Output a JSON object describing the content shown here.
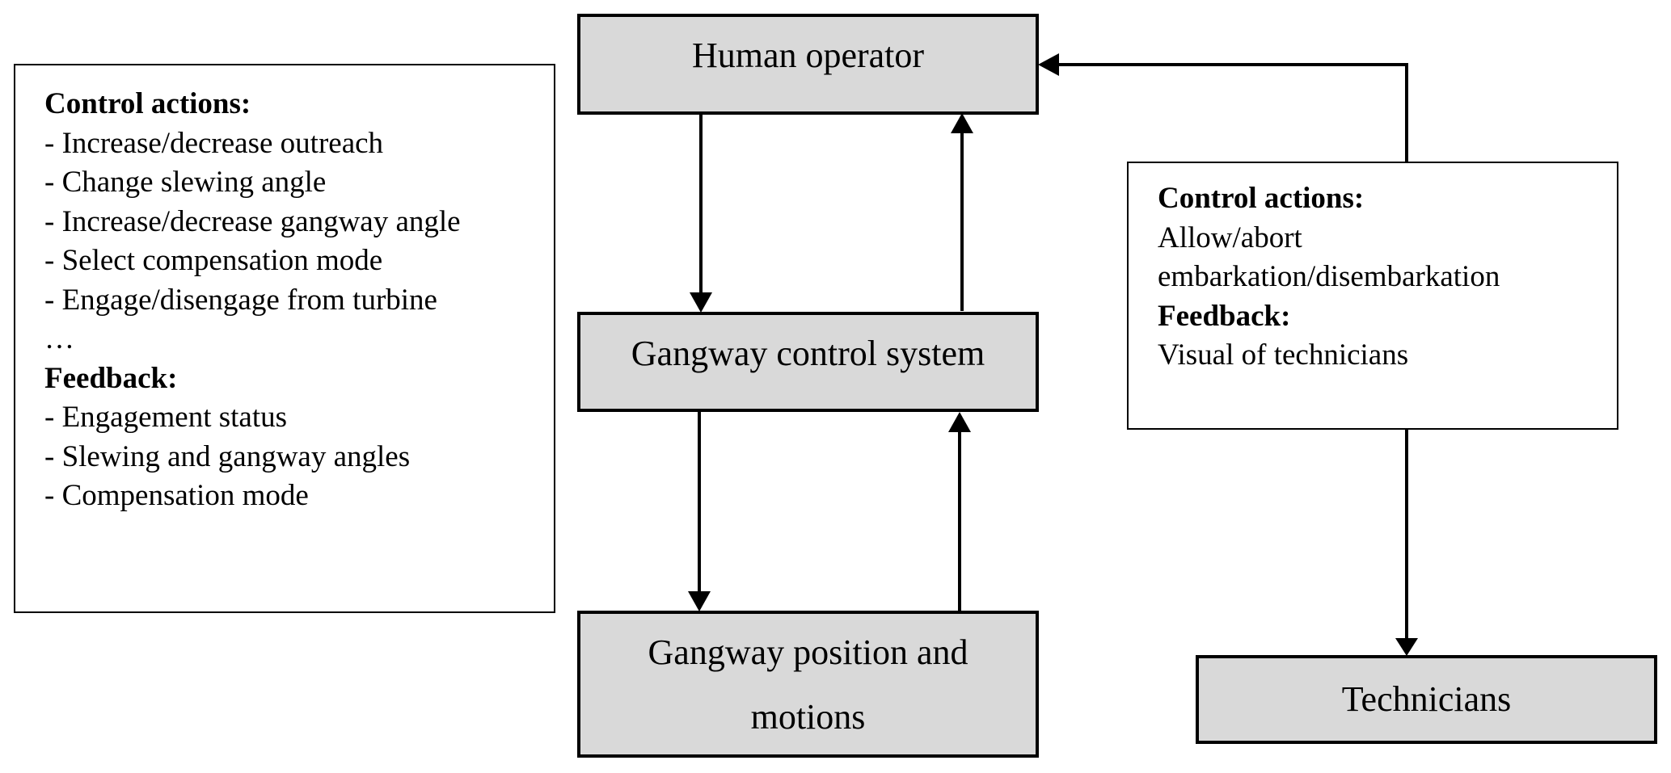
{
  "nodes": {
    "human_operator": "Human operator",
    "gangway_control_system": "Gangway control system",
    "gangway_position": [
      "Gangway position and",
      "motions"
    ],
    "technicians": "Technicians"
  },
  "left_note": {
    "control_heading": "Control actions:",
    "control_items": [
      "- Increase/decrease outreach",
      "- Change slewing angle",
      "- Increase/decrease gangway angle",
      "- Select compensation mode",
      "- Engage/disengage from turbine",
      "…"
    ],
    "feedback_heading": "Feedback:",
    "feedback_items": [
      "- Engagement status",
      "- Slewing and gangway angles",
      "- Compensation mode"
    ]
  },
  "right_note": {
    "control_heading": "Control actions:",
    "control_items": [
      "Allow/abort",
      "embarkation/disembarkation"
    ],
    "feedback_heading": "Feedback:",
    "feedback_items": [
      "Visual of technicians"
    ]
  },
  "colors": {
    "box_fill": "#d9d9d9",
    "stroke": "#000000"
  }
}
